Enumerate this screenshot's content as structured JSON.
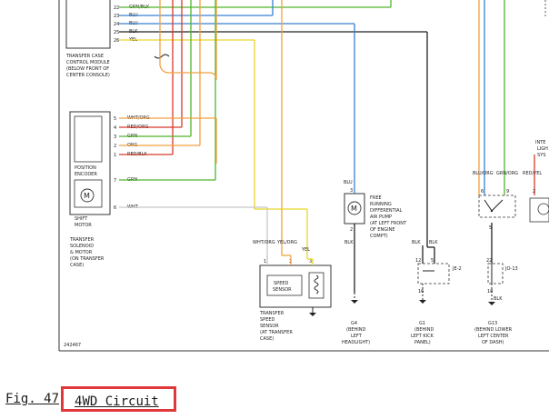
{
  "caption": {
    "fig_label": "Fig. 47",
    "title": "4WD Circuit"
  },
  "diagram_number": "242467",
  "tcm": {
    "title_lines": [
      "TRANSFER CASE",
      "CONTROL MODULE",
      "(BELOW FRONT OF",
      "CENTER CONSOLE)"
    ],
    "pins": [
      {
        "pin": "22",
        "wire": "GRN/BLK"
      },
      {
        "pin": "23",
        "wire": "BLU"
      },
      {
        "pin": "24",
        "wire": "BLU"
      },
      {
        "pin": "25",
        "wire": "BLK"
      },
      {
        "pin": "26",
        "wire": "YEL"
      }
    ]
  },
  "solenoid": {
    "encoder_label": [
      "POSITION",
      "ENCODER"
    ],
    "motor_label": [
      "SHIFT",
      "MOTOR"
    ],
    "title_lines": [
      "TRANSFER",
      "SOLENOID",
      "& MOTOR",
      "(ON TRANSFER",
      "CASE)"
    ],
    "pins": [
      {
        "pin": "5",
        "wire": "WHT/ORG"
      },
      {
        "pin": "4",
        "wire": "RED/ORG"
      },
      {
        "pin": "3",
        "wire": "GRN"
      },
      {
        "pin": "2",
        "wire": "ORG"
      },
      {
        "pin": "1",
        "wire": "RED/BLK"
      },
      {
        "pin": "7",
        "wire": "GRN"
      },
      {
        "pin": "6",
        "wire": "WHT"
      }
    ]
  },
  "speed_sensor": {
    "inner_label": [
      "SPEED",
      "SENSOR"
    ],
    "title_lines": [
      "TRANSFER",
      "SPEED",
      "SENSOR",
      "(AT TRANSFER",
      "CASE)"
    ],
    "wires": [
      "WHT/ORG",
      "YEL/ORG",
      "YEL"
    ],
    "pins": [
      "1",
      "2",
      "3"
    ]
  },
  "pump": {
    "wire_top": "BLU",
    "pin_top": "3",
    "pin_bottom": "2",
    "wire_bottom": "BLK",
    "title_lines": [
      "FREE",
      "RUNNING",
      "DIFFERENTIAL",
      "AIR PUMP",
      "(AT LEFT FRONT",
      "OF ENGINE",
      "COMPT)"
    ]
  },
  "ground_g4": {
    "name": "G4",
    "loc_lines": [
      "(BEHIND",
      "LEFT",
      "HEADLIGHT)"
    ]
  },
  "ground_g1": {
    "name": "G1",
    "loc_lines": [
      "(BEHIND",
      "LEFT KICK",
      "PANEL)"
    ],
    "wires": [
      "BLK",
      "BLK"
    ],
    "connector": "JE-2",
    "pins_top": [
      "12",
      "5"
    ],
    "pin_bottom": "16"
  },
  "ground_g13": {
    "name": "G13",
    "loc_lines": [
      "(BEHIND LOWER",
      "LEFT CENTER",
      "OF DASH)"
    ],
    "connector": "JO-13",
    "pin_top": "22",
    "pin_bottom": "18",
    "wire": "BLK"
  },
  "right_switch": {
    "wires": [
      "BLU/ORG",
      "GRN/ORG",
      "RED/YEL"
    ],
    "pins": [
      "6",
      "9",
      "2"
    ],
    "pin_bottom": "5"
  },
  "right_edge": {
    "label_lines": [
      "INTE",
      "LIGH",
      "SYS"
    ]
  },
  "colors": {
    "grn": "#4fb52a",
    "blu": "#3a7fd0",
    "blk": "#222222",
    "yel": "#e8d52c",
    "org": "#f0a040",
    "red": "#d83a2c",
    "wht": "#c8c8c8",
    "frame": "#333333",
    "caption_box": "#e0393c"
  }
}
